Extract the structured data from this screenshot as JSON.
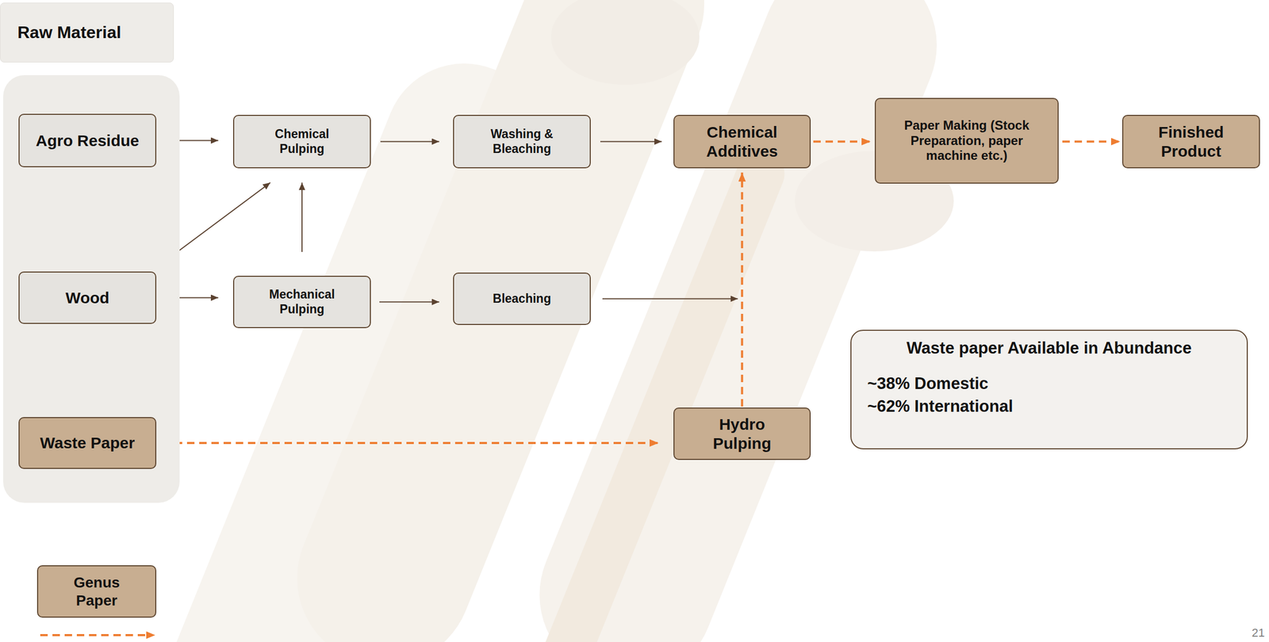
{
  "diagram": {
    "nodes": [
      {
        "text": [
          "Raw Material"
        ]
      },
      {
        "text": [
          "Agro Residue"
        ],
        "in": 0
      },
      {
        "text": [
          "Chemical Pulping"
        ]
      },
      {
        "text": [
          "Washing & Bleaching"
        ]
      },
      {
        "text": [
          "Chemical Additives"
        ]
      },
      {
        "text": [
          "Paper Making (Stock Preparation, paper machine etc.)"
        ]
      },
      {
        "text": [
          "Finished Product"
        ]
      },
      {
        "text": [
          "Wood"
        ],
        "in": 0
      },
      {
        "text": [
          "Mechanical Pulping"
        ]
      },
      {
        "text": [
          "Bleaching"
        ]
      },
      {
        "text": [
          "Waste paper Available in Abundance",
          "~38% Domestic",
          "~62% International"
        ]
      },
      {
        "text": [
          "Waste Paper"
        ],
        "in": 0
      },
      {
        "text": [
          "Hydro Pulping"
        ]
      }
    ],
    "edges": [
      {
        "from": 1,
        "to": 2,
        "arrow": "to"
      },
      {
        "from": 2,
        "to": 3,
        "arrow": "to"
      },
      {
        "from": 3,
        "to": 4,
        "arrow": "to"
      },
      {
        "from": 4,
        "to": 5,
        "arrow": "to"
      },
      {
        "from": 5,
        "to": 6,
        "arrow": "to"
      },
      {
        "from": 7,
        "to": 2,
        "arrow": "to"
      },
      {
        "from": 8,
        "to": 2,
        "arrow": "to"
      },
      {
        "from": 7,
        "to": 8,
        "arrow": "to"
      },
      {
        "from": 8,
        "to": 9,
        "arrow": "to"
      },
      {
        "from": 9,
        "to": 4,
        "arrow": "to"
      },
      {
        "from": 11,
        "to": 12,
        "arrow": "to"
      },
      {
        "from": 12,
        "to": 4,
        "arrow": "to"
      }
    ],
    "labels": [
      "21"
    ],
    "legend": [
      {
        "text": "Genus Paper",
        "color": "#c8ae91"
      }
    ]
  }
}
